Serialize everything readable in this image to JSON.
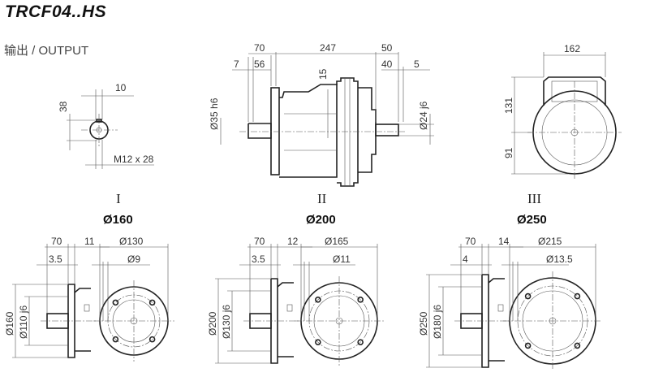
{
  "title": "TRCF04..HS",
  "subtitle": "输出 / OUTPUT",
  "shaft_end_view": {
    "key_width": "10",
    "height": "38",
    "thread": "M12 x 28"
  },
  "side_view": {
    "d70": "70",
    "d247": "247",
    "d50": "50",
    "d7": "7",
    "d56": "56",
    "d15": "15",
    "d40": "40",
    "d5": "5",
    "input_shaft": "Ø35 h6",
    "output_shaft": "Ø24 j6"
  },
  "front_view": {
    "width": "162",
    "upper": "131",
    "lower": "91"
  },
  "flanges": [
    {
      "numeral": "I",
      "size": "Ø160",
      "d70": "70",
      "thick": "11",
      "pcd": "Ø130",
      "spigot_depth": "3.5",
      "hole": "Ø9",
      "outer": "Ø160",
      "spigot": "Ø110 j6"
    },
    {
      "numeral": "II",
      "size": "Ø200",
      "d70": "70",
      "thick": "12",
      "pcd": "Ø165",
      "spigot_depth": "3.5",
      "hole": "Ø11",
      "outer": "Ø200",
      "spigot": "Ø130 j6"
    },
    {
      "numeral": "III",
      "size": "Ø250",
      "d70": "70",
      "thick": "14",
      "pcd": "Ø215",
      "spigot_depth": "4",
      "hole": "Ø13.5",
      "outer": "Ø250",
      "spigot": "Ø180 j6"
    }
  ]
}
